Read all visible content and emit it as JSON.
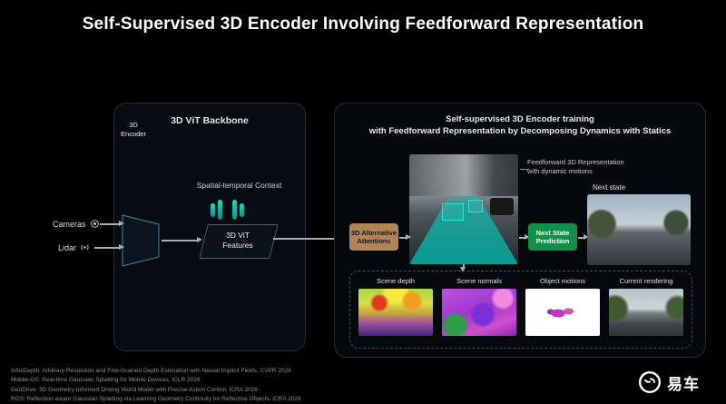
{
  "title": "Self-Supervised 3D Encoder Involving Feedforward Representation",
  "left_panel": {
    "title": "3D ViT Backbone",
    "context_label": "Spatial-temporal Context",
    "cameras_label": "Cameras",
    "lidar_label": "Lidar",
    "encoder_label": "3D\nEncoder",
    "features_label": "3D ViT\nFeatures"
  },
  "right_panel": {
    "title_line1": "Self-supervised 3D Encoder training",
    "title_line2": "with Feedforward Representation by Decomposing Dynamics with Statics",
    "feedforward_label": "Feedforward 3D Representation\nwith dynamic motions",
    "attention_badge": "3D Alternative\nAttentions",
    "next_state_badge": "Next State\nPrediction",
    "next_state_label": "Next state",
    "outputs": [
      {
        "label": "Scene depth"
      },
      {
        "label": "Scene normals"
      },
      {
        "label": "Object motions"
      },
      {
        "label": "Current rendering"
      }
    ]
  },
  "colors": {
    "attention_badge_bg": "#b08555",
    "next_state_badge_bg": "#12904a",
    "accent_teal": "#15b8a6"
  },
  "footer": {
    "citations": [
      "InfiniDepth: Arbitrary-Resolution and Fine-Grained Depth Estimation with Neural Implicit Fields, CVPR 2026",
      "Mobile-GS: Real-time Gaussian Splatting for Mobile Devices, ICLR 2026",
      "GeoDrive: 3D Geometry-Informed Driving World Model with Precise Action Control, ICRA 2026",
      "RGS: Reflection-aware Gaussian Splatting via Learning Geometry Continuity for Reflective Objects, ICRA 2026"
    ],
    "logo_text": "易车"
  }
}
